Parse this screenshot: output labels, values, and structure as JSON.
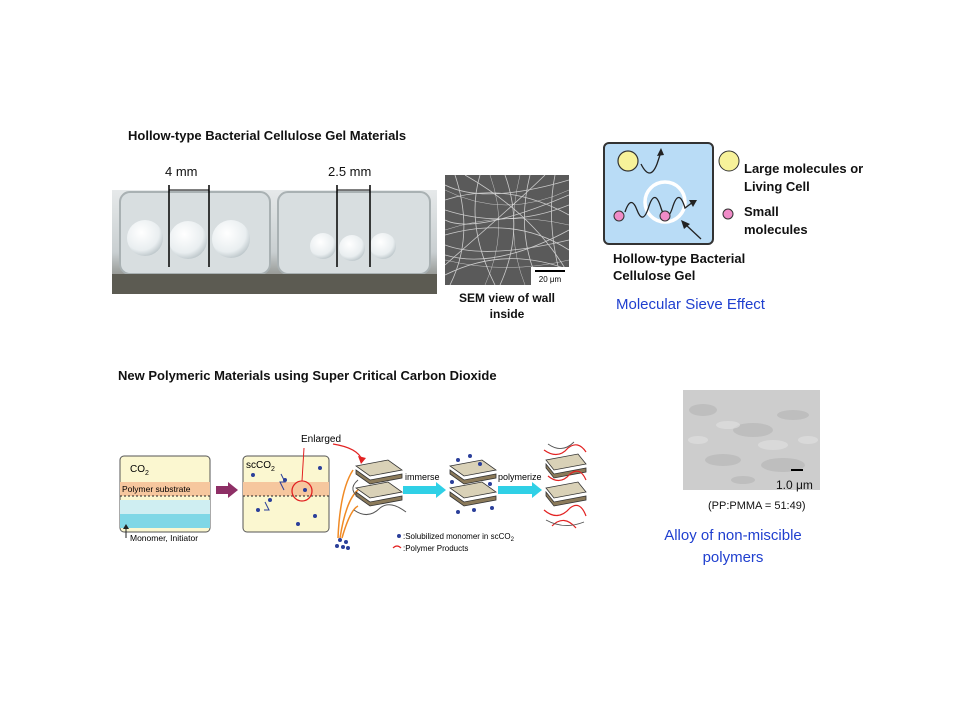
{
  "section1": {
    "title": "Hollow-type Bacterial Cellulose Gel Materials",
    "dim_left": "4 mm",
    "dim_right": "2.5 mm",
    "sem_scale": "20 μm",
    "sem_caption": "SEM view of wall inside",
    "legend_large": [
      "Large molecules or",
      "Living Cell"
    ],
    "legend_small": [
      "Small",
      "molecules"
    ],
    "gel_label": [
      "Hollow-type Bacterial",
      "Cellulose Gel"
    ],
    "effect": "Molecular Sieve Effect"
  },
  "section2": {
    "title": "New Polymeric Materials using  Super Critical Carbon Dioxide",
    "co2": "CO",
    "co2_sub": "2",
    "polymer_substrate": "Polymer substrate",
    "monomer_initiator": "Monomer, Initiator",
    "scco2": "scCO",
    "scco2_sub": "2",
    "enlarged": "Enlarged",
    "immerse": "immerse",
    "polymerize": "polymerize",
    "legend_monomer": ":Solubilized monomer in scCO",
    "legend_monomer_sub": "2",
    "legend_polymer": ":Polymer Products",
    "tem_scale": "1.0 μm",
    "ratio": "(PP:PMMA = 51:49)",
    "alloy": [
      "Alloy of non-miscible",
      "polymers"
    ]
  },
  "colors": {
    "sieve_bg": "#b9dcf6",
    "effect_text": "#1f3fcf",
    "large_molecule": "#f7f29a",
    "small_molecule": "#f08cc8",
    "arrow_cyan": "#2fd0e6",
    "arrow_purple": "#8e2f66",
    "polymer_red": "#e22222",
    "monomer_blue": "#2b3f9a"
  }
}
